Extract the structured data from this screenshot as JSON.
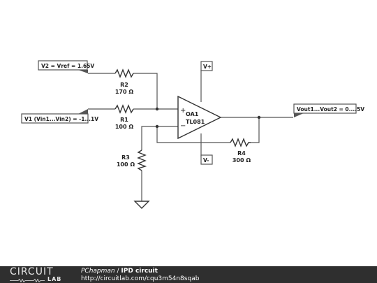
{
  "flags": {
    "v2": "V2 = Vref = 1.65V",
    "v1": "V1 (Vin1...Vin2) = -1...1V",
    "vout": "Vout1...Vout2 = 0....5V",
    "vplus": "V+",
    "vminus": "V-"
  },
  "components": {
    "r2": {
      "name": "R2",
      "value": "170 Ω"
    },
    "r1": {
      "name": "R1",
      "value": "100 Ω"
    },
    "r3": {
      "name": "R3",
      "value": "100 Ω"
    },
    "r4": {
      "name": "R4",
      "value": "300 Ω"
    },
    "opamp": {
      "name": "OA1",
      "model": "TL081",
      "plus": "+",
      "minus": "−"
    }
  },
  "footer": {
    "logo_top": "CIRCUIT",
    "logo_bottom": "LAB",
    "author": "PChapman",
    "separator": " / ",
    "circuit_name": "IPD circuit",
    "url": "http://circuitlab.com/cqu3m54n8sqab"
  }
}
